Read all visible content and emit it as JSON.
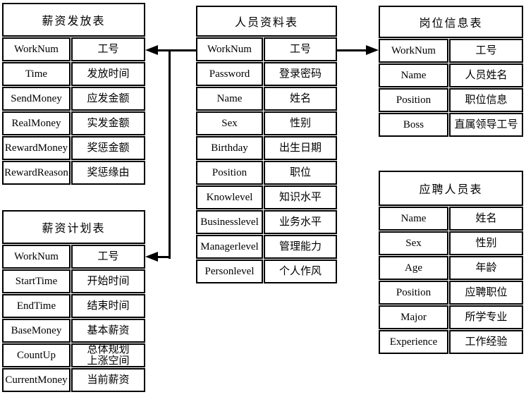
{
  "colors": {
    "border": "#000000",
    "background": "#ffffff",
    "text": "#000000",
    "arrow": "#000000"
  },
  "tables": [
    {
      "id": "salary-payment",
      "title": "薪资发放表",
      "rows": [
        [
          "WorkNum",
          "工号"
        ],
        [
          "Time",
          "发放时间"
        ],
        [
          "SendMoney",
          "应发金额"
        ],
        [
          "RealMoney",
          "实发金额"
        ],
        [
          "RewardMoney",
          "奖惩金额"
        ],
        [
          "RewardReason",
          "奖惩缘由"
        ]
      ]
    },
    {
      "id": "personnel-info",
      "title": "人员资料表",
      "rows": [
        [
          "WorkNum",
          "工号"
        ],
        [
          "Password",
          "登录密码"
        ],
        [
          "Name",
          "姓名"
        ],
        [
          "Sex",
          "性别"
        ],
        [
          "Birthday",
          "出生日期"
        ],
        [
          "Position",
          "职位"
        ],
        [
          "Knowlevel",
          "知识水平"
        ],
        [
          "Businesslevel",
          "业务水平"
        ],
        [
          "Managerlevel",
          "管理能力"
        ],
        [
          "Personlevel",
          "个人作风"
        ]
      ]
    },
    {
      "id": "position-info",
      "title": "岗位信息表",
      "rows": [
        [
          "WorkNum",
          "工号"
        ],
        [
          "Name",
          "人员姓名"
        ],
        [
          "Position",
          "职位信息"
        ],
        [
          "Boss",
          "直属领导工号"
        ]
      ]
    },
    {
      "id": "salary-plan",
      "title": "薪资计划表",
      "rows": [
        [
          "WorkNum",
          "工号"
        ],
        [
          "StartTime",
          "开始时间"
        ],
        [
          "EndTime",
          "结束时间"
        ],
        [
          "BaseMoney",
          "基本薪资"
        ],
        [
          "CountUp",
          "总体规划\n上涨空间"
        ],
        [
          "CurrentMoney",
          "当前薪资"
        ]
      ]
    },
    {
      "id": "applicant",
      "title": "应聘人员表",
      "rows": [
        [
          "Name",
          "姓名"
        ],
        [
          "Sex",
          "性别"
        ],
        [
          "Age",
          "年龄"
        ],
        [
          "Position",
          "应聘职位"
        ],
        [
          "Major",
          "所学专业"
        ],
        [
          "Experience",
          "工作经验"
        ]
      ]
    }
  ],
  "connections": [
    {
      "from": "人员资料表.WorkNum",
      "to": "薪资发放表.工号",
      "type": "arrow-left"
    },
    {
      "from": "人员资料表.WorkNum",
      "to": "薪资计划表.工号",
      "type": "arrow-left-branch-down"
    },
    {
      "from": "人员资料表.WorkNum",
      "to": "岗位信息表.工号",
      "type": "arrow-right"
    }
  ]
}
